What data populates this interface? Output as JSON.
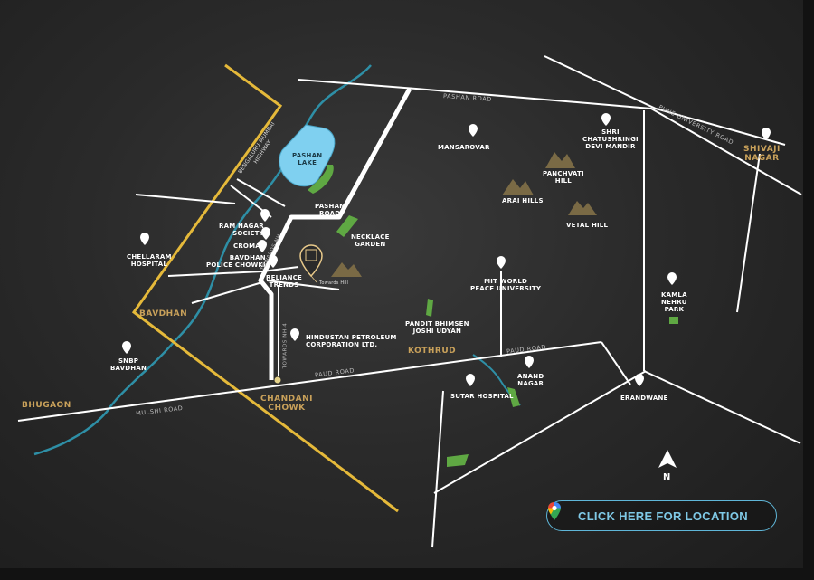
{
  "colors": {
    "background": "#2a2a2a",
    "road": "#ffffff",
    "highway": "#e5b93a",
    "river": "#2e8fa6",
    "lake": "#7fd0f0",
    "park": "#5fa843",
    "hill": "#7a6a45",
    "accent": "#c9a15a",
    "button": "#5fb6d8"
  },
  "labels": {
    "pashan_road_top": "PASHAN ROAD",
    "pune_university_road": "PUNE UNIVERSITY ROAD",
    "shivaji_nagar": "SHIVAJI\nNAGAR",
    "highway": "BENGALURU-MUMBAI\nHIGHWAY",
    "pashan_lake": "PASHAN\nLAKE",
    "mansarovar": "MANSAROVAR",
    "shri_chatushringi": "SHRI\nCHATUSHRINGI\nDEVI MANDIR",
    "panchvati_hill": "PANCHVATI\nHILL",
    "arai_hills": "ARAI HILLS",
    "vetal_hill": "VETAL HILL",
    "pashan_road_mid": "PASHAN\nROAD",
    "necklace_garden": "NECKLACE\nGARDEN",
    "ram_nagar_society": "RAM NAGAR\nSOCIETY",
    "croma": "CROMA",
    "bavdhan_police_chowki": "BAVDHAN\nPOLICE CHOWKI",
    "reliance_trends": "RELIANCE\nTRENDS",
    "towards_nh": "TOWARDS NH",
    "towards_hill": "Towards Hill",
    "chellaram_hospital": "CHELLARAM\nHOSPITAL",
    "mit_world_peace_university": "MIT WORLD\nPEACE UNIVERSITY",
    "kamla_nehru_park": "KAMLA\nNEHRU\nPARK",
    "bavdhan": "BAVDHAN",
    "pandit_bhimsen_joshi_udyan": "PANDIT BHIMSEN\nJOSHI UDYAN",
    "hindustan_petroleum": "HINDUSTAN PETROLEUM\nCORPORATION LTD.",
    "kothrud": "KOTHRUD",
    "paud_road_right": "PAUD ROAD",
    "snbp_bavdhan": "SNBP\nBAVDHAN",
    "towards_nh4": "TOWARDS NH-4",
    "paud_road_left": "PAUD ROAD",
    "anand_nagar": "ANAND\nNAGAR",
    "sutar_hospital": "SUTAR HOSPITAL",
    "erandwane": "ERANDWANE",
    "bhugaon": "BHUGAON",
    "chandani_chowk": "CHANDANI\nCHOWK",
    "mulshi_road": "MULSHI ROAD",
    "north": "N"
  },
  "cta": {
    "label": "CLICK HERE FOR LOCATION",
    "icon": "google-maps-pin-icon"
  }
}
